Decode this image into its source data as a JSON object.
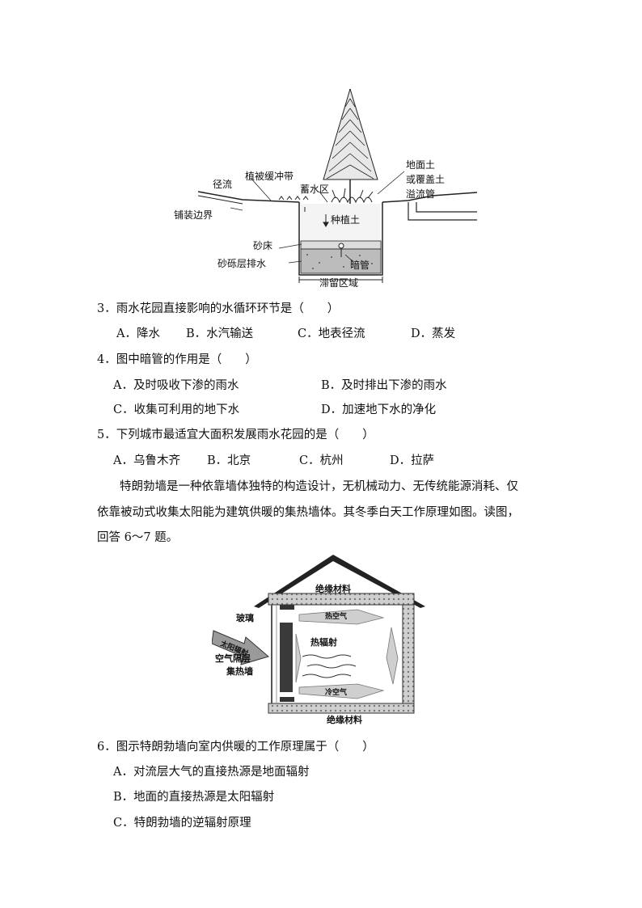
{
  "figure1": {
    "labels": {
      "runoff": "径流",
      "buffer": "植被缓冲带",
      "storage": "蓄水区",
      "topsoil": "地面土",
      "cover": "或覆盖土",
      "overflow": "溢流管",
      "edge": "铺装边界",
      "planting": "种植土",
      "sandbed": "砂床",
      "gravel": "砂砾层排水",
      "pipe": "暗管",
      "zone": "滞留区域"
    }
  },
  "q3": {
    "stem": "3．雨水花园直接影响的水循环环节是（　　）",
    "options": [
      "A．降水",
      "B．水汽输送",
      "C．地表径流",
      "D．蒸发"
    ]
  },
  "q4": {
    "stem": "4．图中暗管的作用是（　　）",
    "options": [
      "A．及时吸收下渗的雨水",
      "B．及时排出下渗的雨水",
      "C．收集可利用的地下水",
      "D．加速地下水的净化"
    ]
  },
  "q5": {
    "stem": "5．下列城市最适宜大面积发展雨水花园的是（　　）",
    "options": [
      "A．乌鲁木齐",
      "B．北京",
      "C．杭州",
      "D．拉萨"
    ]
  },
  "intro": {
    "line1": "特朗勃墙是一种依靠墙体独特的构造设计，无机械动力、无传统能源消耗、仅",
    "line2": "依靠被动式收集太阳能为建筑供暖的集热墙体。其冬季白天工作原理如图。读图，",
    "line3": "回答 6～7 题。"
  },
  "figure2": {
    "labels": {
      "insulation_top": "绝缘材料",
      "insulation_bottom": "绝缘材料",
      "glass": "玻璃",
      "sunlight": "太阳辐射",
      "air_layer": "空气隔层",
      "heat_wall": "集热墙",
      "hot_air": "热空气",
      "cold_air": "冷空气",
      "heat_radiation": "热辐射"
    }
  },
  "q6": {
    "stem": "6．图示特朗勃墙向室内供暖的工作原理属于（　　）",
    "options": [
      "A．对流层大气的直接热源是地面辐射",
      "B．地面的直接热源是太阳辐射",
      "C．特朗勃墙的逆辐射原理"
    ]
  }
}
